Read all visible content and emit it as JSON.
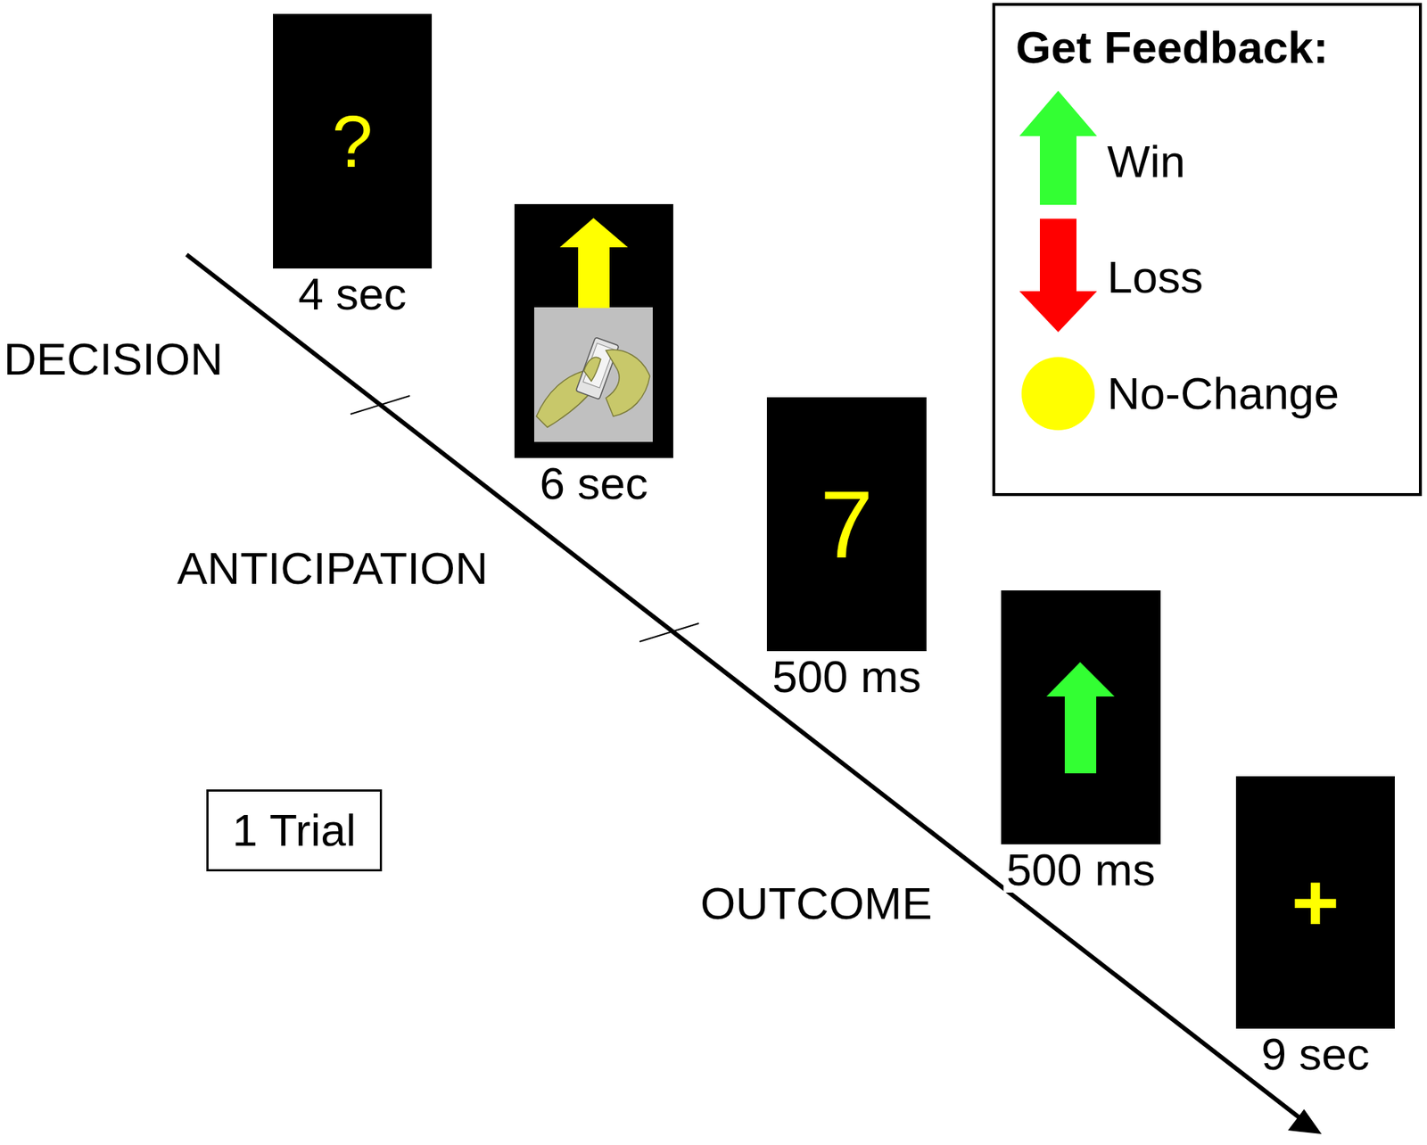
{
  "diagram": {
    "nodes": [
      {
        "text": [
          "?",
          "4 sec"
        ]
      },
      {
        "text": [
          "6 sec"
        ]
      },
      {
        "text": [
          "7",
          "500 ms"
        ]
      },
      {
        "text": [
          "500 ms"
        ]
      },
      {
        "text": [
          "+",
          "9 sec"
        ]
      },
      {
        "text": [
          "1 Trial"
        ]
      },
      {
        "text": [
          "Get Feedback:"
        ]
      }
    ],
    "labels": [
      "DECISION",
      "ANTICIPATION",
      "OUTCOME"
    ],
    "legend": [
      {
        "text": "Win",
        "color": "#33ff33"
      },
      {
        "text": "Loss",
        "color": "#ff0000"
      },
      {
        "text": "No-Change",
        "color": "#ffff00"
      }
    ]
  }
}
